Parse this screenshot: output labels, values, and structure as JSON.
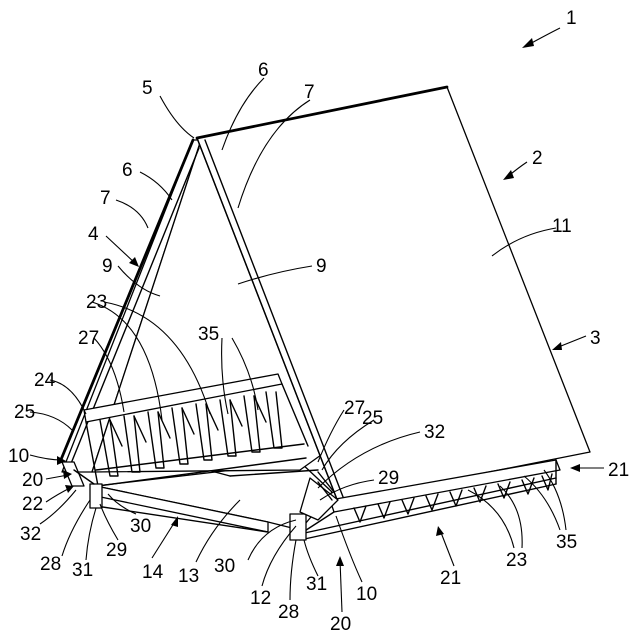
{
  "figure": {
    "labels": {
      "l1": "1",
      "l2": "2",
      "l3": "3",
      "l4": "4",
      "l5": "5",
      "l6": "6",
      "l7": "7",
      "l9": "9",
      "l10": "10",
      "l11": "11",
      "l12": "12",
      "l13": "13",
      "l14": "14",
      "l20": "20",
      "l21": "21",
      "l22": "22",
      "l23": "23",
      "l24": "24",
      "l25": "25",
      "l27": "27",
      "l28": "28",
      "l29": "29",
      "l30": "30",
      "l31": "31",
      "l32": "32",
      "l35": "35"
    }
  }
}
